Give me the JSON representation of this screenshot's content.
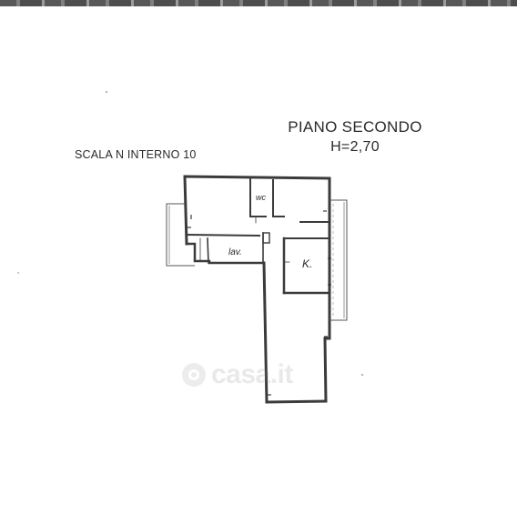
{
  "title": {
    "line1": "PIANO SECONDO",
    "line2": "H=2,70"
  },
  "stair_label": "SCALA N INTERNO 10",
  "rooms": {
    "wc": "wc",
    "lav": "lav.",
    "kitchen": "K."
  },
  "watermark": {
    "brand": "casa.it",
    "icon": "casa-logo-icon"
  },
  "colors": {
    "wall": "#3b3b3b",
    "balcony": "#555555",
    "background": "#ffffff"
  }
}
